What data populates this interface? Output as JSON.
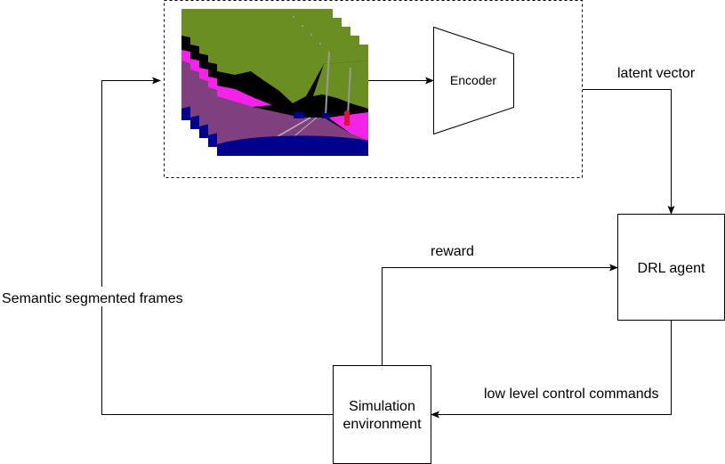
{
  "nodes": {
    "encoder": "Encoder",
    "drl_agent": "DRL agent",
    "simulation": {
      "line1": "Simulation",
      "line2": "environment"
    }
  },
  "edges": {
    "latent_vector": "latent vector",
    "reward": "reward",
    "control_commands": "low level control commands",
    "segmented_frames": "Semantic segmented frames"
  },
  "segmentation_palette": {
    "sky": "#000000",
    "vegetation": "#6b8e23",
    "sidewalk": "#f423e8",
    "road": "#804080",
    "vehicle": "#00008e",
    "pedestrian": "#dc143c",
    "pole": "#999999"
  },
  "frame_stack_count": 5
}
